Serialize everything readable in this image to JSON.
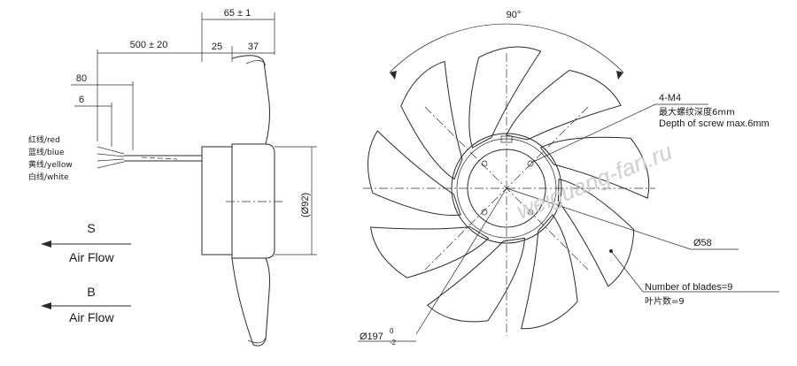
{
  "side_view": {
    "dim_total": "65 ± 1",
    "dim_cable": "500 ± 20",
    "dim_25": "25",
    "dim_37": "37",
    "dim_80": "80",
    "dim_6": "6",
    "dim_hub_dia": "(Ø92)",
    "wires": [
      "红线/red",
      "蓝线/blue",
      "黄线/yellow",
      "白线/white"
    ]
  },
  "airflow": {
    "s_label": "S",
    "s_text": "Air Flow",
    "b_label": "B",
    "b_text": "Air Flow"
  },
  "front_view": {
    "angle": "90°",
    "screw_label": "4-M4",
    "screw_depth_cn": "最大螺纹深度6mm",
    "screw_depth_en": "Depth of screw max.6mm",
    "dia_58": "Ø58",
    "blades_en": "Number of blades=9",
    "blades_cn": "叶片数=9",
    "dia_197": "Ø197",
    "tol_upper": "0",
    "tol_lower": "-2"
  },
  "watermark": "weiguang-fan.ru"
}
